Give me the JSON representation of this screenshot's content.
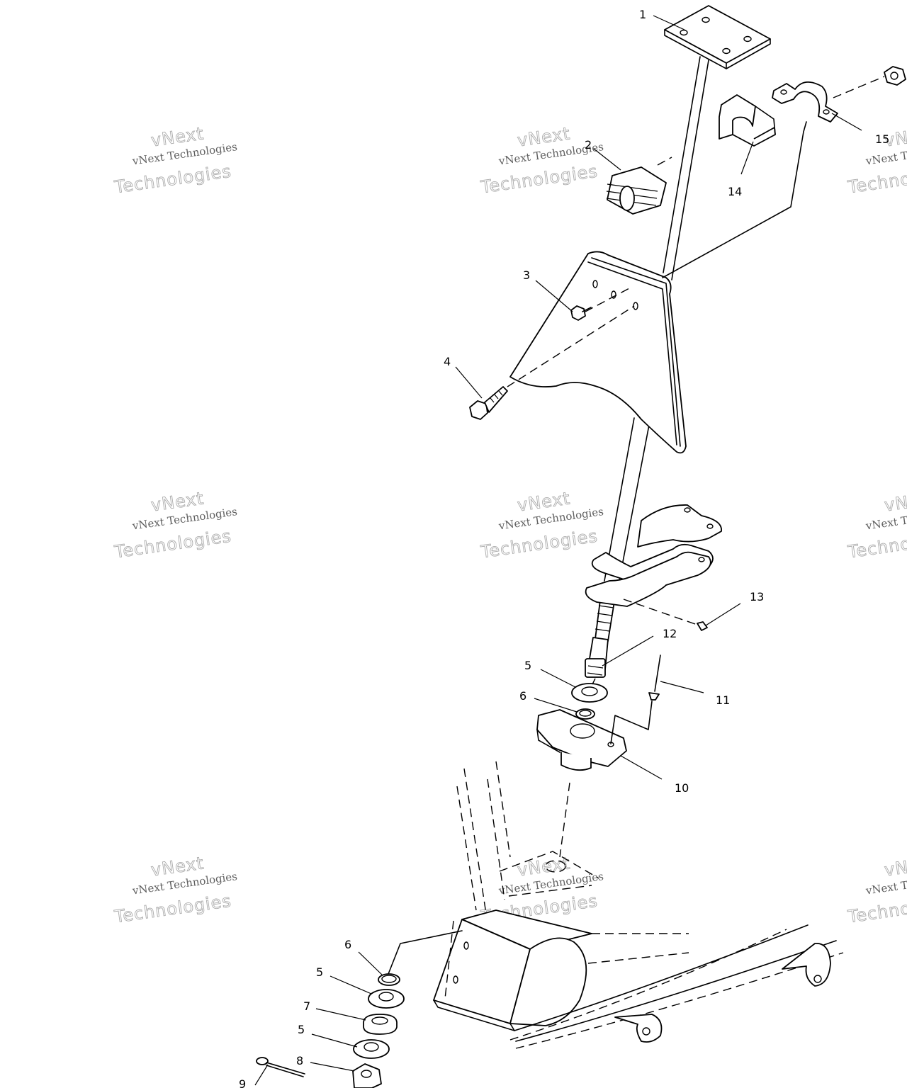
{
  "callouts": {
    "c1": "1",
    "c2": "2",
    "c3": "3",
    "c4": "4",
    "c5a": "5",
    "c6a": "6",
    "c6b": "6",
    "c5b": "5",
    "c7": "7",
    "c5c": "5",
    "c8": "8",
    "c9": "9",
    "c10": "10",
    "c11": "11",
    "c12": "12",
    "c13": "13",
    "c14": "14",
    "c15": "15"
  },
  "watermark": {
    "line1": "vNext Technologies",
    "line2": "vNext",
    "line3": "Technologies"
  }
}
